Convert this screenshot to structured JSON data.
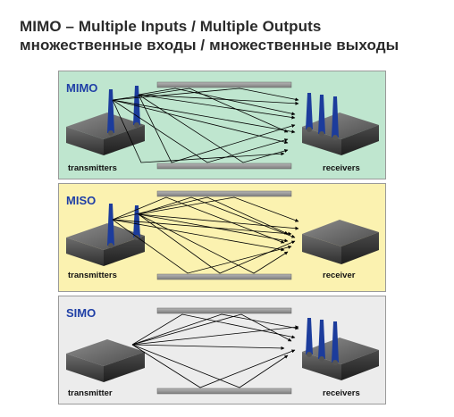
{
  "title": {
    "line1": "MIMO – Multiple Inputs / Multiple Outputs",
    "line2": "множественные входы / множественные выходы"
  },
  "panels": [
    {
      "tag": "MIMO",
      "left_label": "transmitters",
      "right_label": "receivers",
      "background": "#bfe6cf",
      "left_antennas": 2,
      "right_antennas": 3
    },
    {
      "tag": "MISO",
      "left_label": "transmitters",
      "right_label": "receiver",
      "background": "#fbf2b0",
      "left_antennas": 2,
      "right_antennas": 0
    },
    {
      "tag": "SIMO",
      "left_label": "transmitter",
      "right_label": "receivers",
      "background": "#ececec",
      "left_antennas": 0,
      "right_antennas": 3
    }
  ],
  "colors": {
    "tag_text": "#1f3fa6",
    "antenna": "#1c3c9c",
    "reflector": "#8f8f8f"
  }
}
